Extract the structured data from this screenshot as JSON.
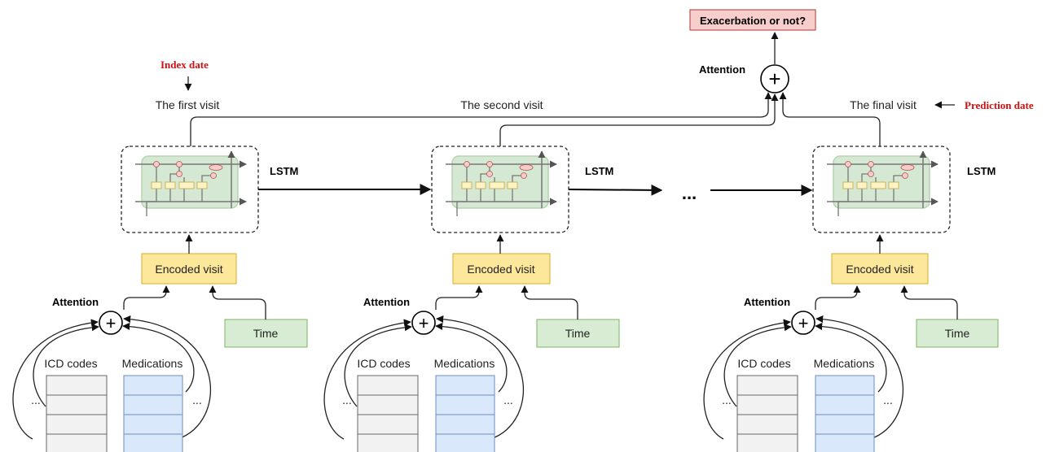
{
  "output": {
    "label": "Exacerbation or not?"
  },
  "top_attention": {
    "label": "Attention",
    "symbol": "+"
  },
  "annotations": {
    "index_date": "Index date",
    "prediction_date": "Prediction date"
  },
  "ellipsis_between": "...",
  "visits": [
    {
      "visit_label": "The first visit",
      "lstm_label": "LSTM",
      "encoded_label": "Encoded visit",
      "time_label": "Time",
      "attention_label": "Attention",
      "attention_symbol": "+",
      "icd_label": "ICD codes",
      "med_label": "Medications",
      "left_ellipsis": "...",
      "right_ellipsis": "..."
    },
    {
      "visit_label": "The second visit",
      "lstm_label": "LSTM",
      "encoded_label": "Encoded visit",
      "time_label": "Time",
      "attention_label": "Attention",
      "attention_symbol": "+",
      "icd_label": "ICD codes",
      "med_label": "Medications",
      "left_ellipsis": "...",
      "right_ellipsis": "..."
    },
    {
      "visit_label": "The final visit",
      "lstm_label": "LSTM",
      "encoded_label": "Encoded visit",
      "time_label": "Time",
      "attention_label": "Attention",
      "attention_symbol": "+",
      "icd_label": "ICD codes",
      "med_label": "Medications",
      "left_ellipsis": "...",
      "right_ellipsis": "..."
    }
  ],
  "lstm_cell_symbols": [
    "×",
    "+",
    "×",
    "×",
    "tanh",
    "σ",
    "σ",
    "tanh",
    "σ"
  ],
  "colors": {
    "output_fill": "#f8cecc",
    "output_stroke": "#b85450",
    "encoded_fill": "#fde79a",
    "time_fill": "#d7ecd3",
    "medications_fill": "#dae8fc",
    "icd_fill": "#f2f2f2",
    "lstm_cell_fill": "#d5e8d4",
    "annotation_red": "#cc1111"
  }
}
